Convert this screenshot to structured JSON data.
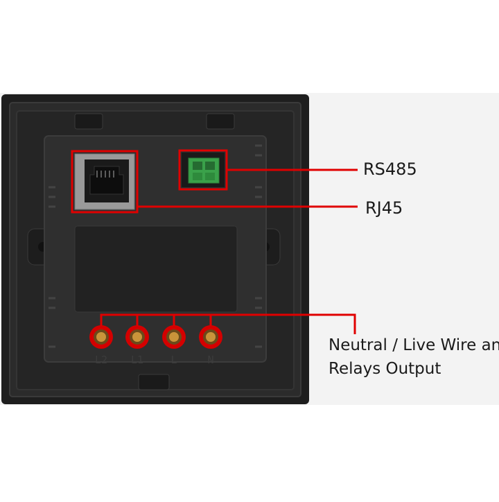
{
  "callouts": {
    "rs485": "RS485",
    "rj45": "RJ45",
    "power_line1": "Neutral / Live Wire and",
    "power_line2": "Relays Output"
  },
  "terminals": [
    "L2",
    "L1",
    "L",
    "N"
  ],
  "colors": {
    "callout_line": "#e00000",
    "housing": "#2a2a2a",
    "connector": "#3aa14a",
    "terminal_ring": "#d40000",
    "terminal_core": "#c9943a"
  },
  "icons": {
    "rj45": "ethernet-port-icon",
    "rs485": "terminal-block-icon"
  }
}
